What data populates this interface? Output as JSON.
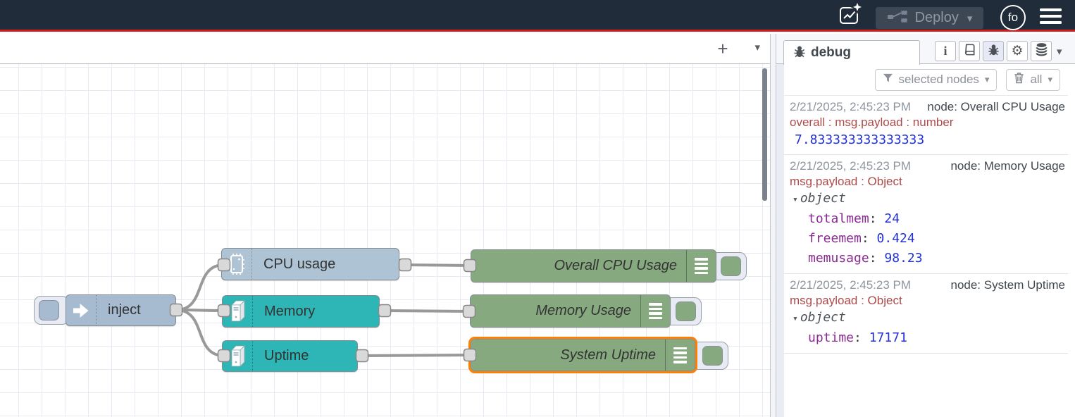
{
  "header": {
    "deploy_label": "Deploy",
    "avatar_initials": "fo"
  },
  "canvas": {
    "add_flow_glyph": "+",
    "caret_glyph": "▾"
  },
  "flow": {
    "inject_label": "inject",
    "cpu_label": "CPU usage",
    "memory_label": "Memory",
    "uptime_label": "Uptime",
    "debug_cpu_label": "Overall CPU Usage",
    "debug_memory_label": "Memory Usage",
    "debug_uptime_label": "System Uptime"
  },
  "colors": {
    "header_bg": "#212c3a",
    "deploy_red_line": "#d41c1c",
    "inject_node": "#a6bbcf",
    "system_node_teal": "#2eb5b5",
    "debug_node_green": "#87a980",
    "selected_border": "#ff8000",
    "wire": "#999999"
  },
  "sidebar": {
    "tab_label": "debug",
    "info_glyph": "i",
    "gear_glyph": "⚙",
    "caret_glyph": "▾",
    "filter_button_label": "selected nodes",
    "clear_button_label": "all",
    "object_caret": "▾",
    "messages": [
      {
        "timestamp": "2/21/2025, 2:45:23 PM",
        "node": "node: Overall CPU Usage",
        "property": "overall : msg.payload : number",
        "value": "7.833333333333333"
      },
      {
        "timestamp": "2/21/2025, 2:45:23 PM",
        "node": "node: Memory Usage",
        "property": "msg.payload : Object",
        "object_label": "object",
        "fields": [
          {
            "key": "totalmem",
            "value": "24"
          },
          {
            "key": "freemem",
            "value": "0.424"
          },
          {
            "key": "memusage",
            "value": "98.23"
          }
        ]
      },
      {
        "timestamp": "2/21/2025, 2:45:23 PM",
        "node": "node: System Uptime",
        "property": "msg.payload : Object",
        "object_label": "object",
        "fields": [
          {
            "key": "uptime",
            "value": "17171"
          }
        ]
      }
    ]
  }
}
